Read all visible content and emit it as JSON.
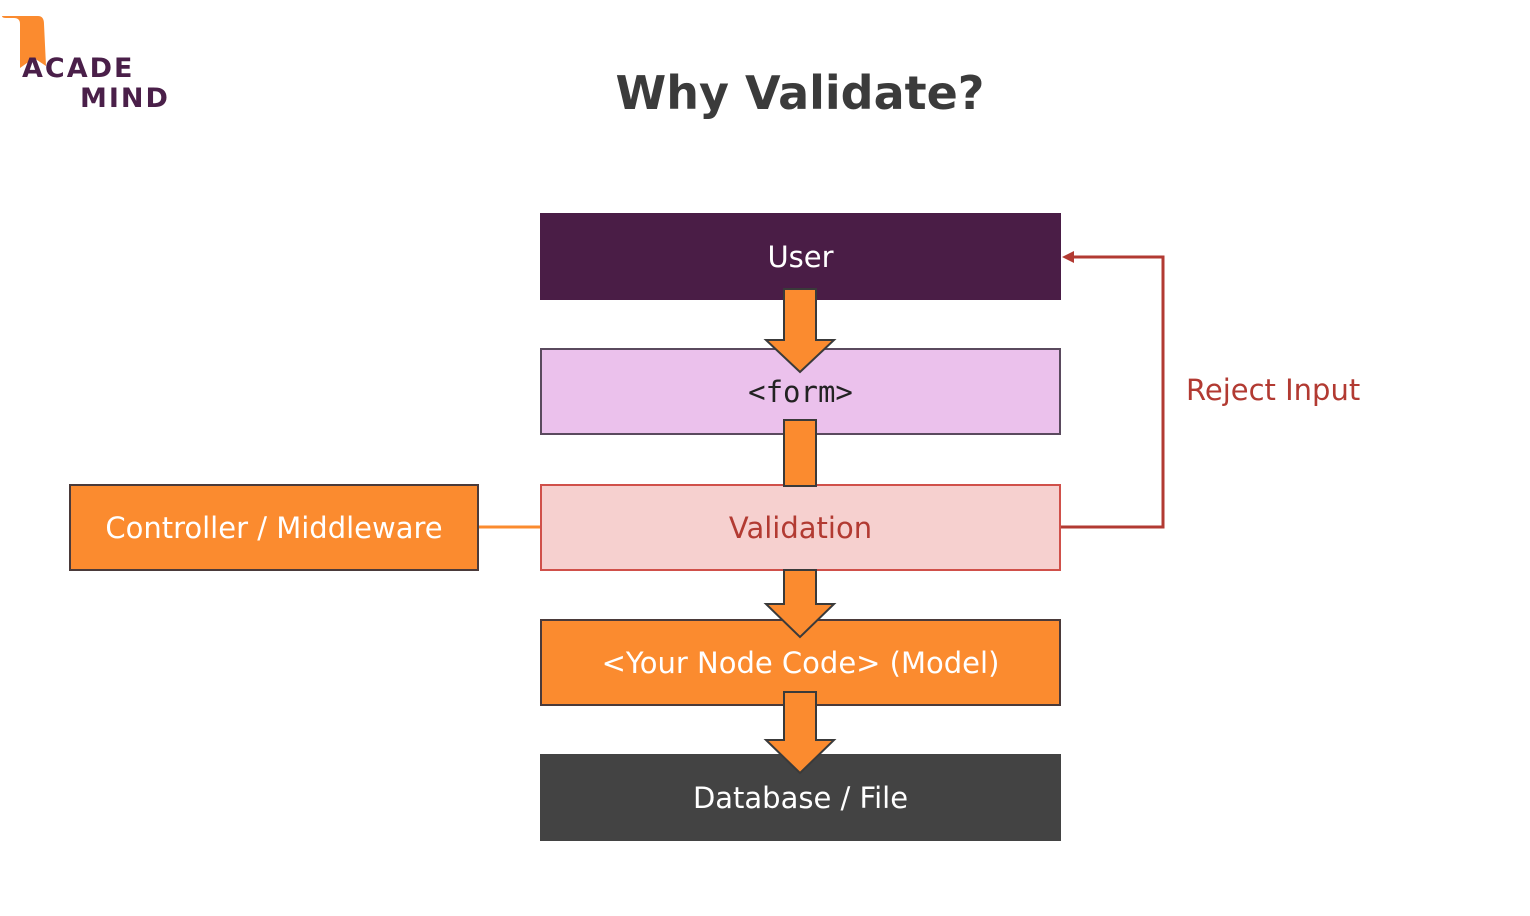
{
  "logo": {
    "line1": "ACADE",
    "line2": "MIND"
  },
  "title": "Why Validate?",
  "boxes": {
    "user": "User",
    "form": "<form>",
    "validation": "Validation",
    "controller": "Controller / Middleware",
    "node": "<Your Node Code> (Model)",
    "database": "Database / File"
  },
  "reject_label": "Reject Input",
  "colors": {
    "user": "#4a1d46",
    "form": "#ebc1ec",
    "validation": "#f6d0cf",
    "accent_orange": "#fb8b2f",
    "database": "#434343",
    "reject": "#b23a32"
  }
}
